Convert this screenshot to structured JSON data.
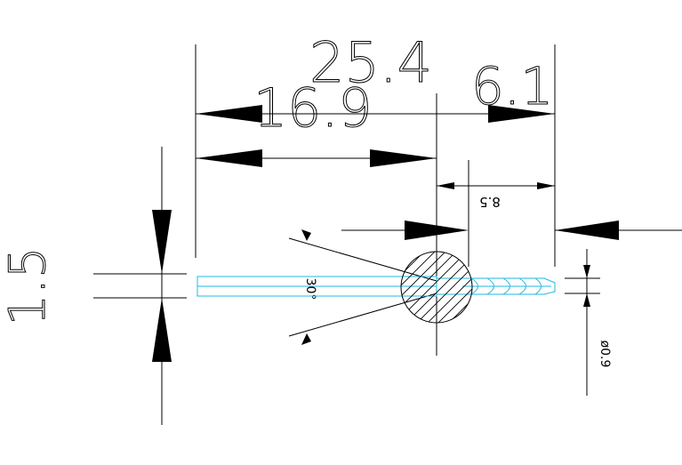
{
  "dimensions": {
    "overall_length": "25.4",
    "shank_length": "16.9",
    "flute_length": "6.1",
    "inner_length": "8.5",
    "shank_height": "1.5",
    "drill_diameter": "ø0.9",
    "point_angle": "30°"
  },
  "colors": {
    "line": "#000000",
    "drill_outline": "#22b8e0",
    "background": "#ffffff"
  }
}
